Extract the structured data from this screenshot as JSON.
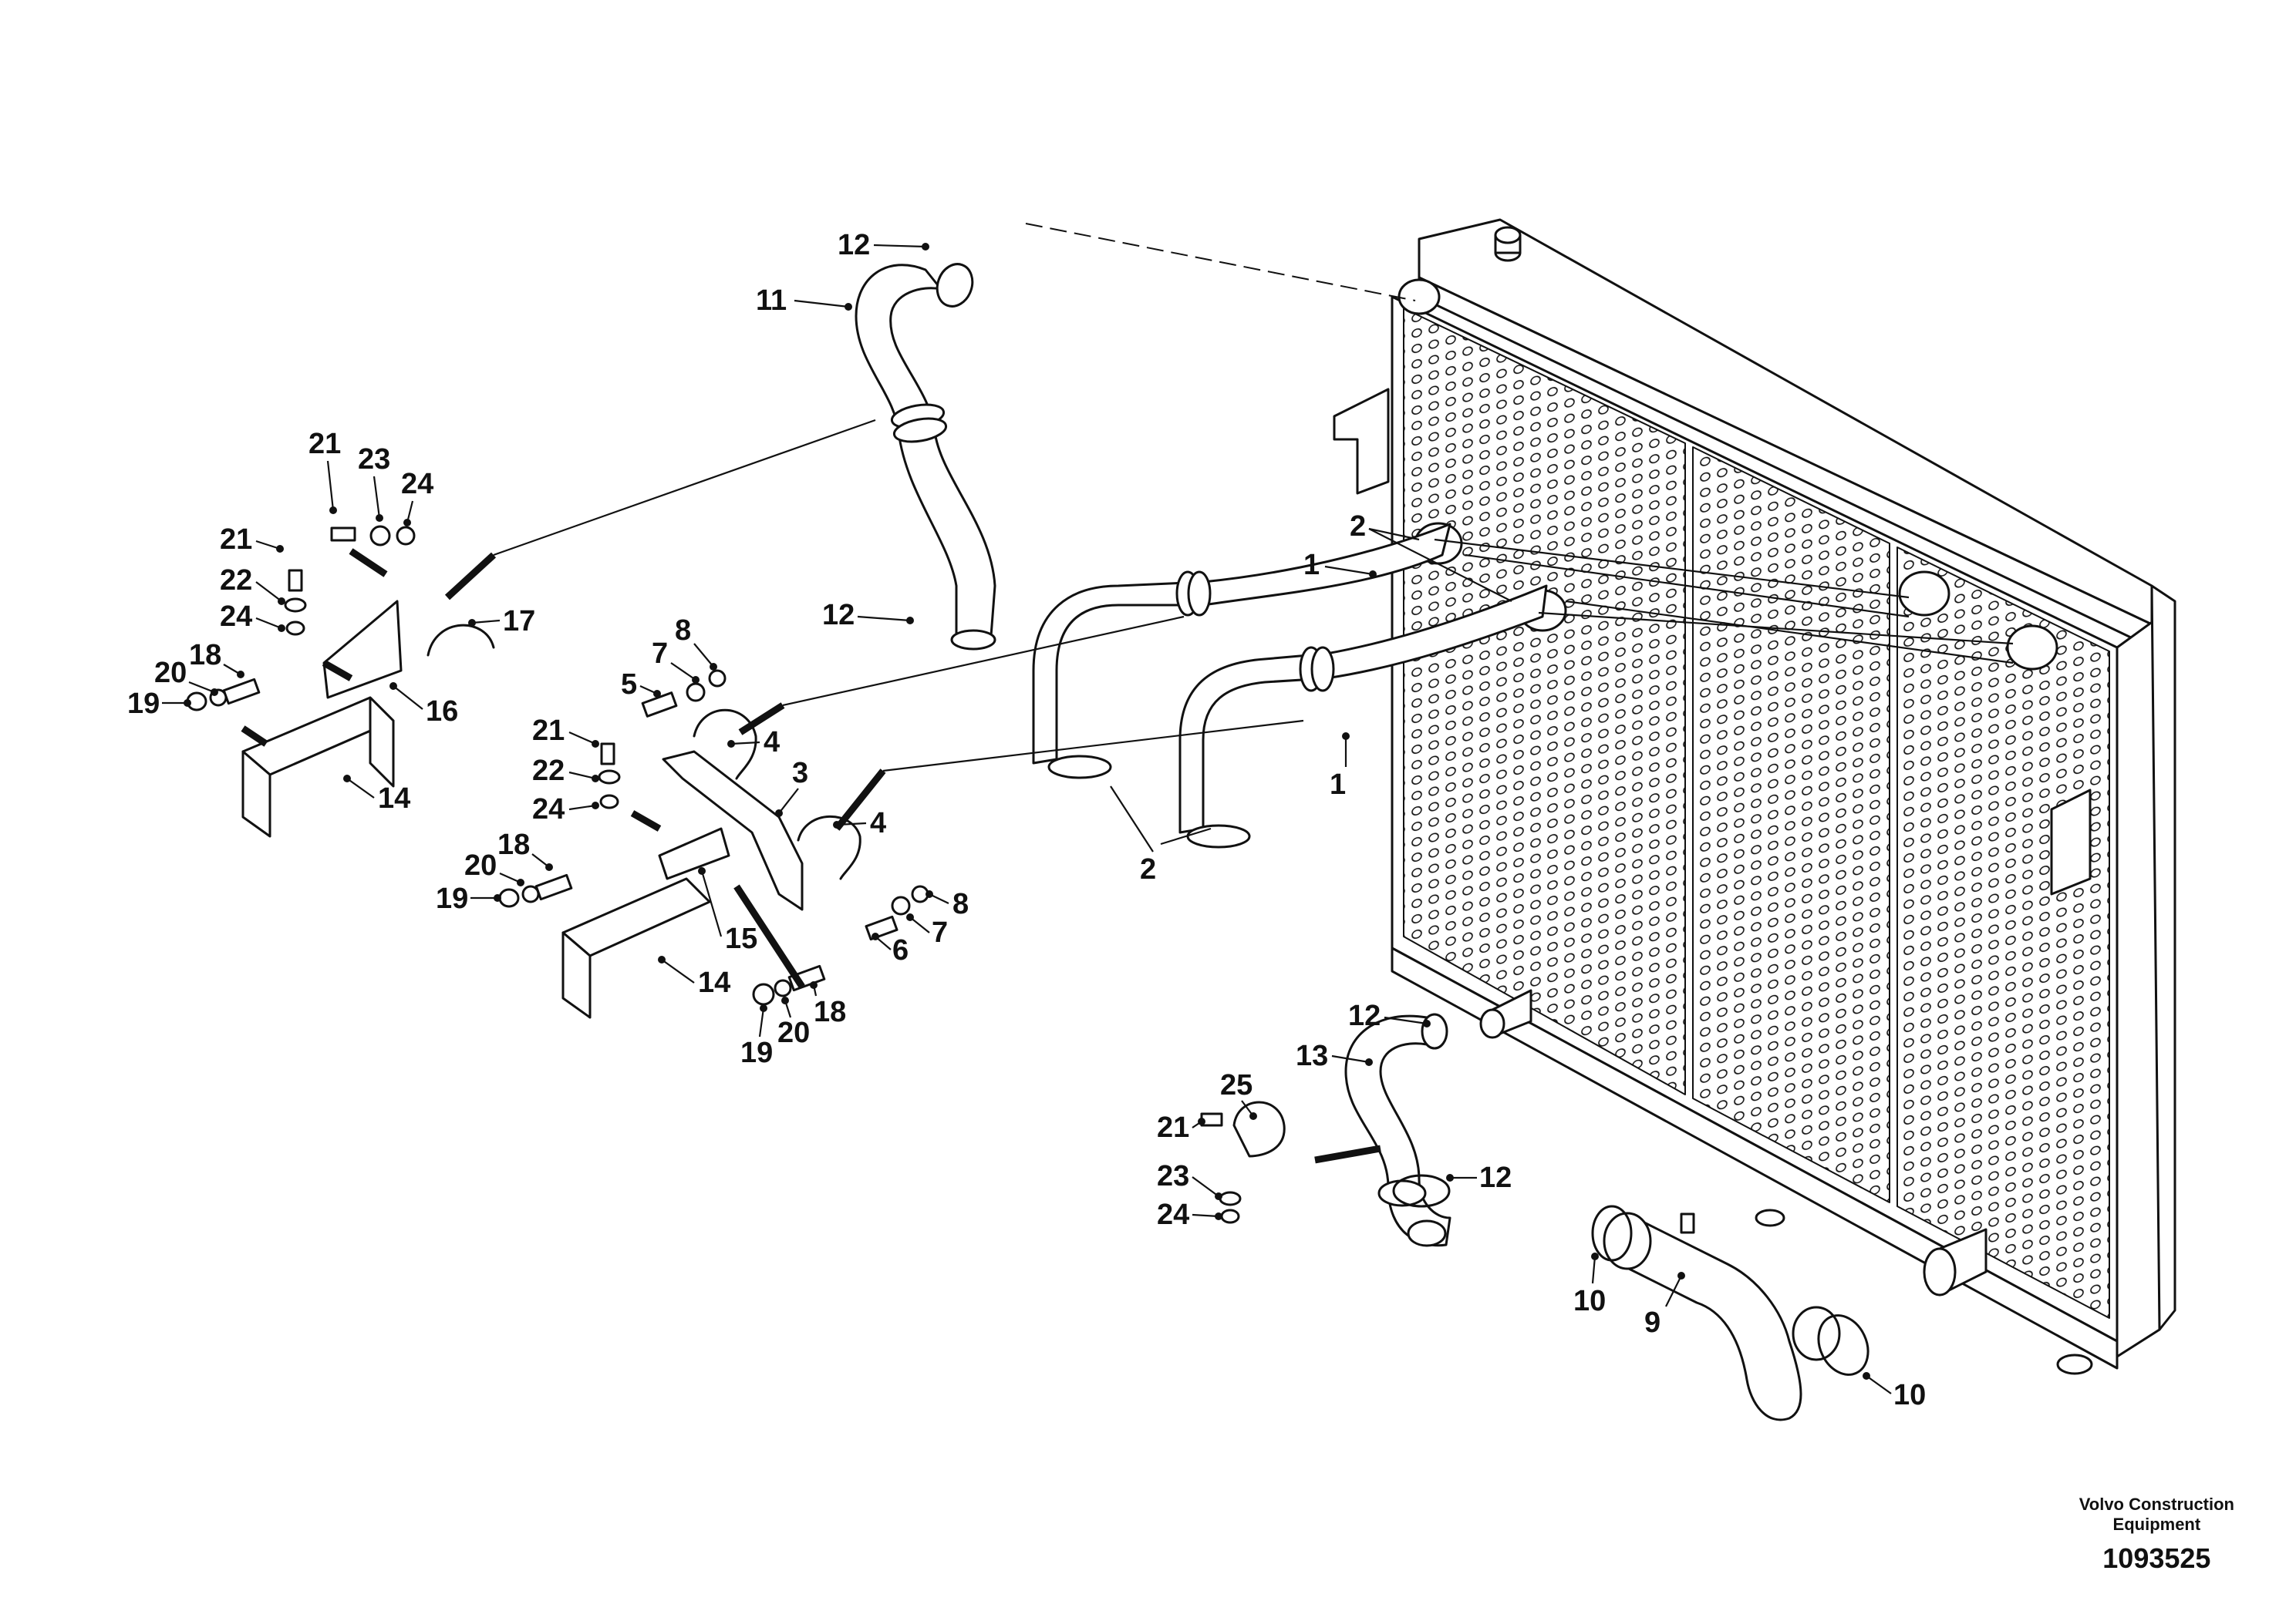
{
  "footer": {
    "company_line1": "Volvo Construction",
    "company_line2": "Equipment",
    "drawing_number": "1093525"
  },
  "callouts": [
    "1",
    "1",
    "2",
    "2",
    "3",
    "4",
    "4",
    "5",
    "6",
    "7",
    "7",
    "8",
    "8",
    "9",
    "10",
    "10",
    "11",
    "12",
    "12",
    "12",
    "12",
    "13",
    "14",
    "14",
    "15",
    "16",
    "17",
    "18",
    "18",
    "18",
    "19",
    "19",
    "19",
    "20",
    "20",
    "20",
    "21",
    "21",
    "21",
    "21",
    "22",
    "22",
    "23",
    "23",
    "24",
    "24",
    "24",
    "24",
    "25"
  ]
}
